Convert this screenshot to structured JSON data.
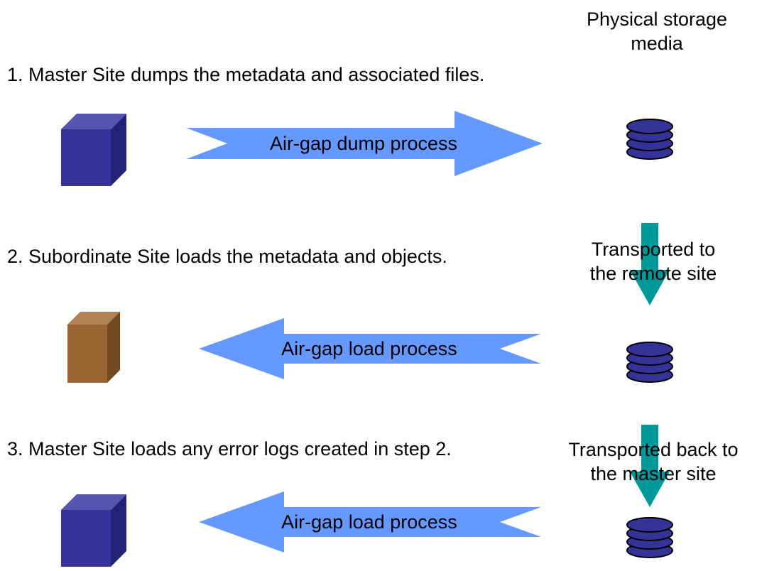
{
  "media_header": {
    "line1": "Physical storage",
    "line2": "media"
  },
  "steps": [
    {
      "label": "1. Master Site dumps the metadata and associated files.",
      "arrow_label": "Air-gap dump process",
      "arrow_direction": "right",
      "site_icon": "master-site-cube-icon",
      "site_color": "#333399"
    },
    {
      "label": "2. Subordinate Site loads the metadata and objects.",
      "arrow_label": "Air-gap load process",
      "arrow_direction": "left",
      "site_icon": "subordinate-site-box-icon",
      "site_color": "#996633"
    },
    {
      "label": "3. Master Site loads any error logs created in step 2.",
      "arrow_label": "Air-gap load process",
      "arrow_direction": "left",
      "site_icon": "master-site-cube-icon",
      "site_color": "#333399"
    }
  ],
  "transports": [
    {
      "line1": "Transported to",
      "line2": "the remote site"
    },
    {
      "line1": "Transported back to",
      "line2": "the master site"
    }
  ],
  "colors": {
    "process_arrow": "#6699ff",
    "transport_arrow": "#009999",
    "storage_disk": "#333399"
  },
  "icons": {
    "storage": "disk-stack-icon",
    "transport": "down-arrow-icon"
  }
}
